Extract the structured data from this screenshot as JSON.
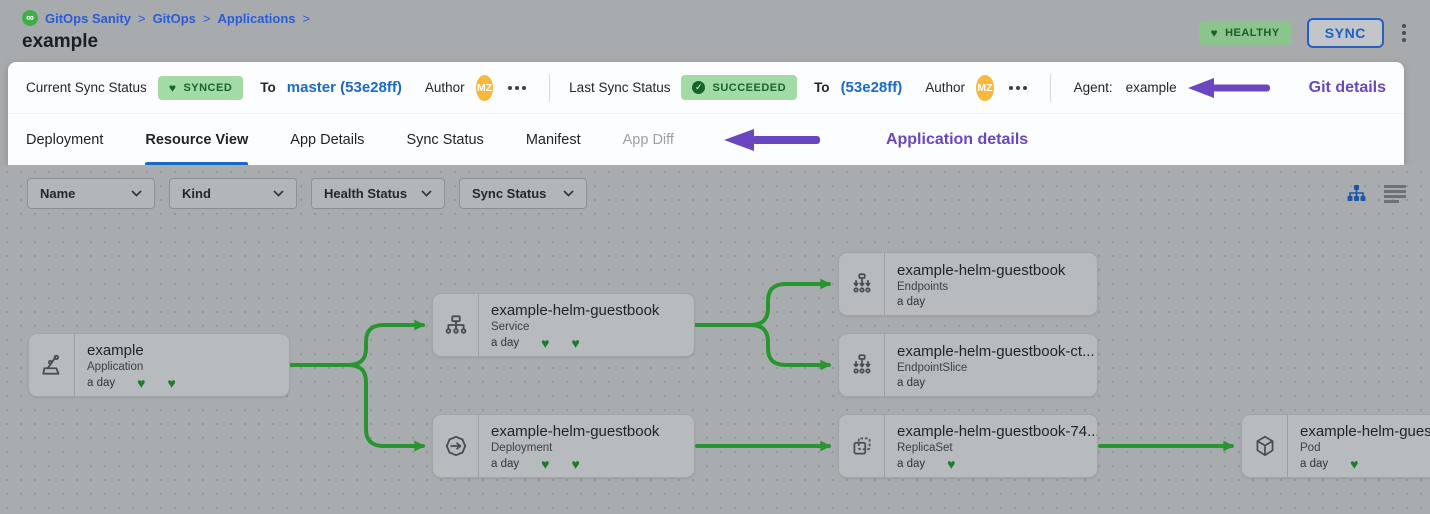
{
  "breadcrumb": {
    "logo_icon": "gitops-infinity",
    "items": [
      {
        "label": "GitOps Sanity"
      },
      {
        "label": "GitOps"
      },
      {
        "label": "Applications"
      }
    ],
    "separator": ">"
  },
  "header": {
    "title": "example",
    "health_badge": "HEALTHY",
    "sync_button": "SYNC"
  },
  "status_bar": {
    "current": {
      "label": "Current Sync Status",
      "badge": "SYNCED",
      "to_label": "To",
      "target": "master (53e28ff)",
      "author_label": "Author",
      "author_initials": "MZ"
    },
    "last": {
      "label": "Last Sync Status",
      "badge": "SUCCEEDED",
      "to_label": "To",
      "target": "(53e28ff)",
      "author_label": "Author",
      "author_initials": "MZ"
    },
    "agent": {
      "label": "Agent:",
      "value": "example"
    },
    "annotation": "Git details"
  },
  "tabs": {
    "items": [
      {
        "label": "Deployment",
        "active": false
      },
      {
        "label": "Resource View",
        "active": true
      },
      {
        "label": "App Details",
        "active": false
      },
      {
        "label": "Sync Status",
        "active": false
      },
      {
        "label": "Manifest",
        "active": false
      },
      {
        "label": "App Diff",
        "active": false,
        "disabled": true
      }
    ],
    "annotation": "Application details"
  },
  "filters": [
    {
      "label": "Name"
    },
    {
      "label": "Kind"
    },
    {
      "label": "Health Status"
    },
    {
      "label": "Sync Status"
    }
  ],
  "view_toggles": [
    {
      "name": "tree-view",
      "active": true
    },
    {
      "name": "list-view",
      "active": false
    }
  ],
  "graph": {
    "nodes": [
      {
        "title": "example",
        "kind": "Application",
        "age": "a day",
        "hearts": 2,
        "icon": "application-icon"
      },
      {
        "title": "example-helm-guestbook",
        "kind": "Service",
        "age": "a day",
        "hearts": 2,
        "icon": "service-icon"
      },
      {
        "title": "example-helm-guestbook",
        "kind": "Deployment",
        "age": "a day",
        "hearts": 2,
        "icon": "deployment-icon"
      },
      {
        "title": "example-helm-guestbook",
        "kind": "Endpoints",
        "age": "a day",
        "hearts": 0,
        "icon": "endpoints-icon"
      },
      {
        "title": "example-helm-guestbook-ct...",
        "kind": "EndpointSlice",
        "age": "a day",
        "hearts": 0,
        "icon": "endpointslice-icon"
      },
      {
        "title": "example-helm-guestbook-74...",
        "kind": "ReplicaSet",
        "age": "a day",
        "hearts": 1,
        "icon": "replicaset-icon"
      },
      {
        "title": "example-helm-guest",
        "kind": "Pod",
        "age": "a day",
        "hearts": 1,
        "icon": "pod-icon"
      }
    ]
  },
  "colors": {
    "accent_blue": "#1a6acb",
    "link_blue": "#2b5bd7",
    "annotation_purple": "#6b46c1",
    "edge_green": "#27962f",
    "heart_green": "#1e7a2e",
    "badge_green_bg": "#a2dba6",
    "badge_green_text": "#15652a",
    "avatar_orange": "#f6b93b",
    "canvas_gray": "#a9acae"
  },
  "icons": {
    "logo": "infinity",
    "health": "heart",
    "success": "check-circle",
    "more": "three-dots",
    "menu": "kebab-vertical"
  }
}
